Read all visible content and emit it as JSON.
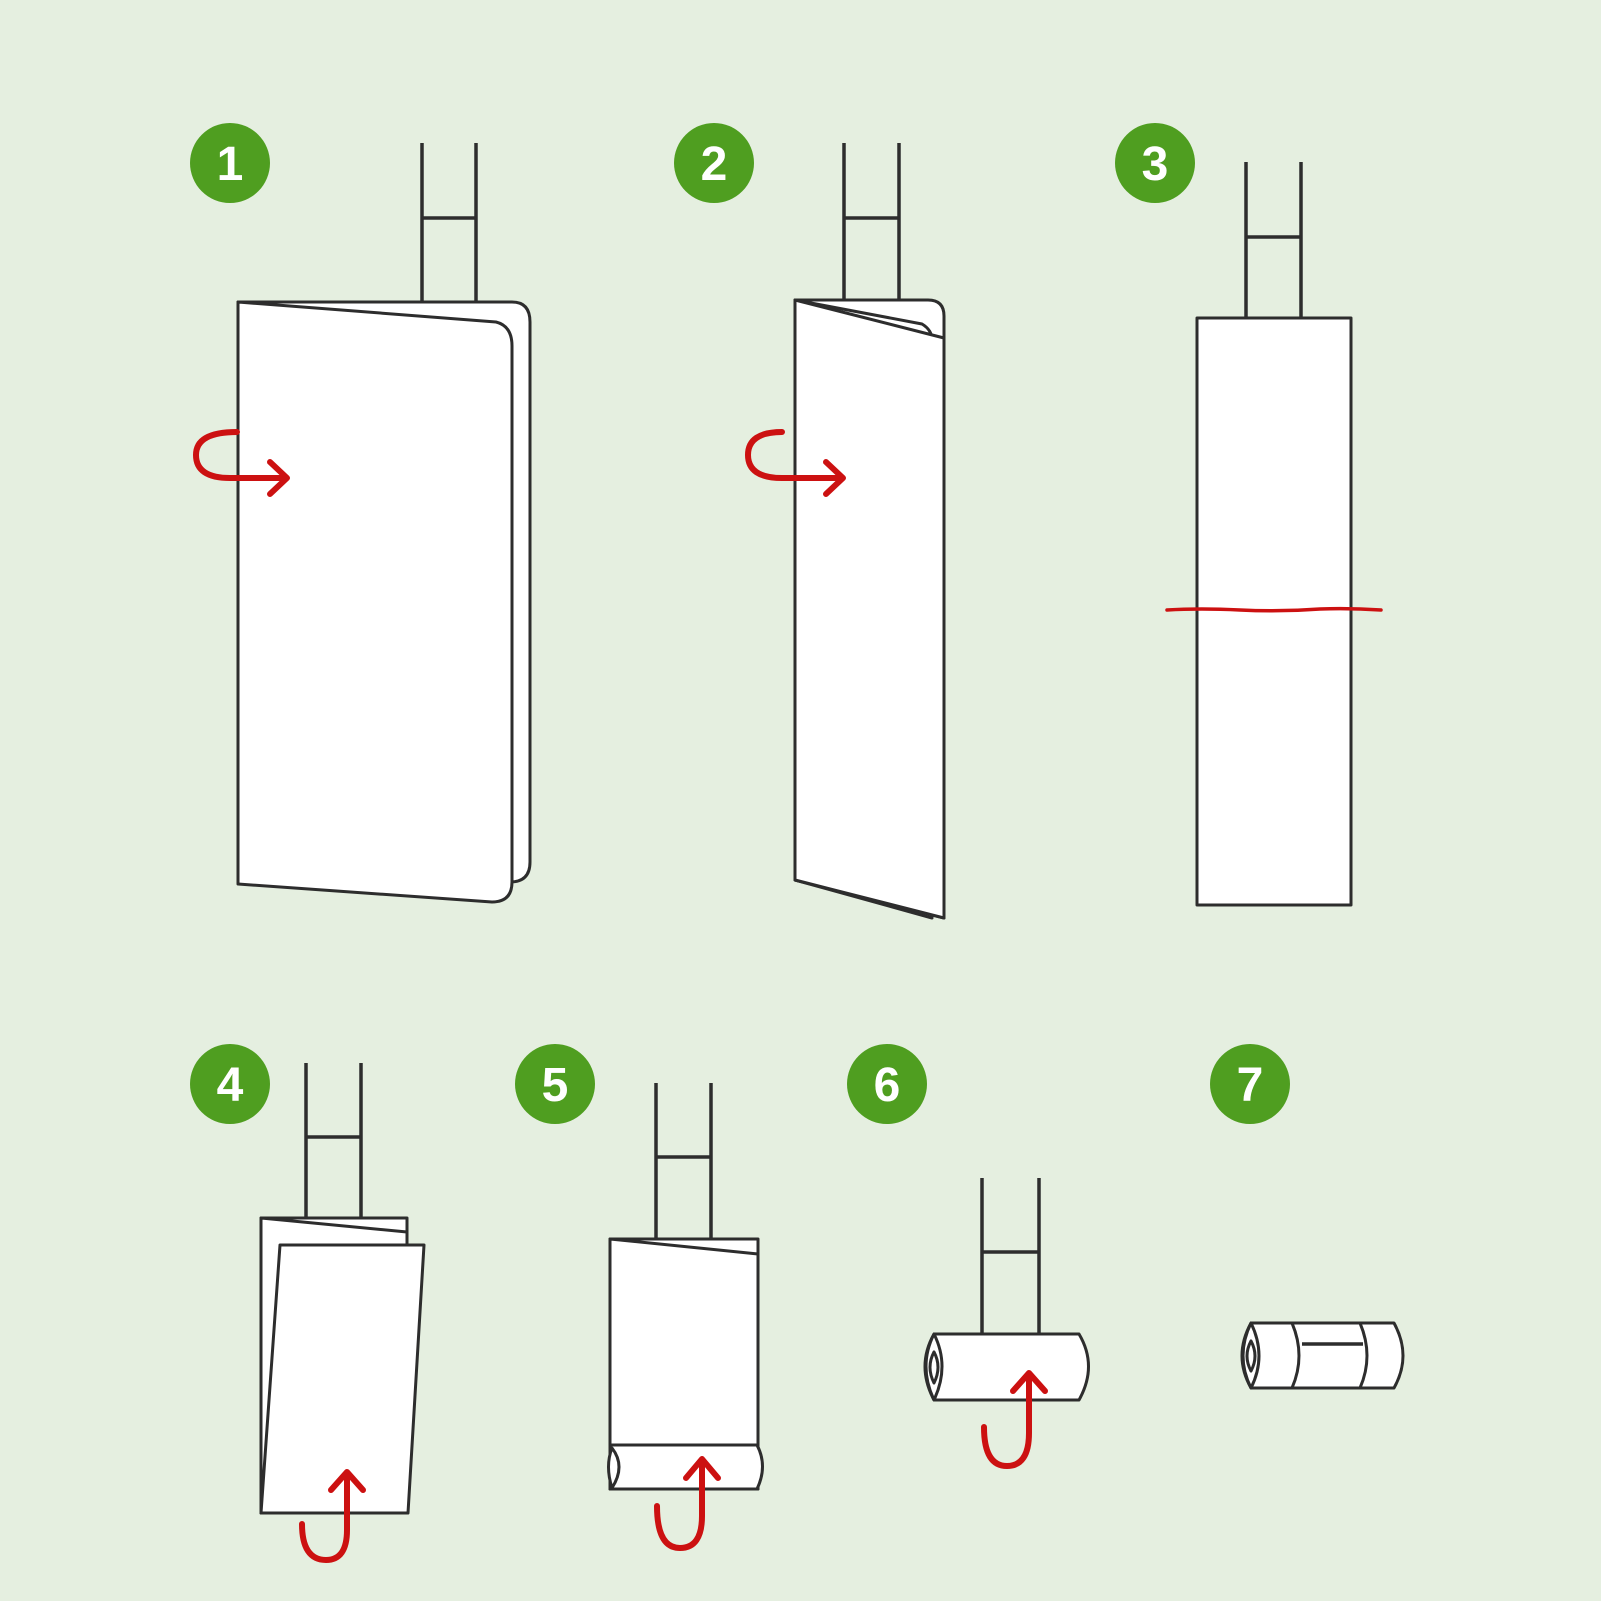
{
  "colors": {
    "background": "#e5efe0",
    "badge": "#4f9e20",
    "badge_text": "#ffffff",
    "outline": "#2d2d2d",
    "arrow": "#cc1111"
  },
  "steps": [
    {
      "number": "1"
    },
    {
      "number": "2"
    },
    {
      "number": "3"
    },
    {
      "number": "4"
    },
    {
      "number": "5"
    },
    {
      "number": "6"
    },
    {
      "number": "7"
    }
  ]
}
